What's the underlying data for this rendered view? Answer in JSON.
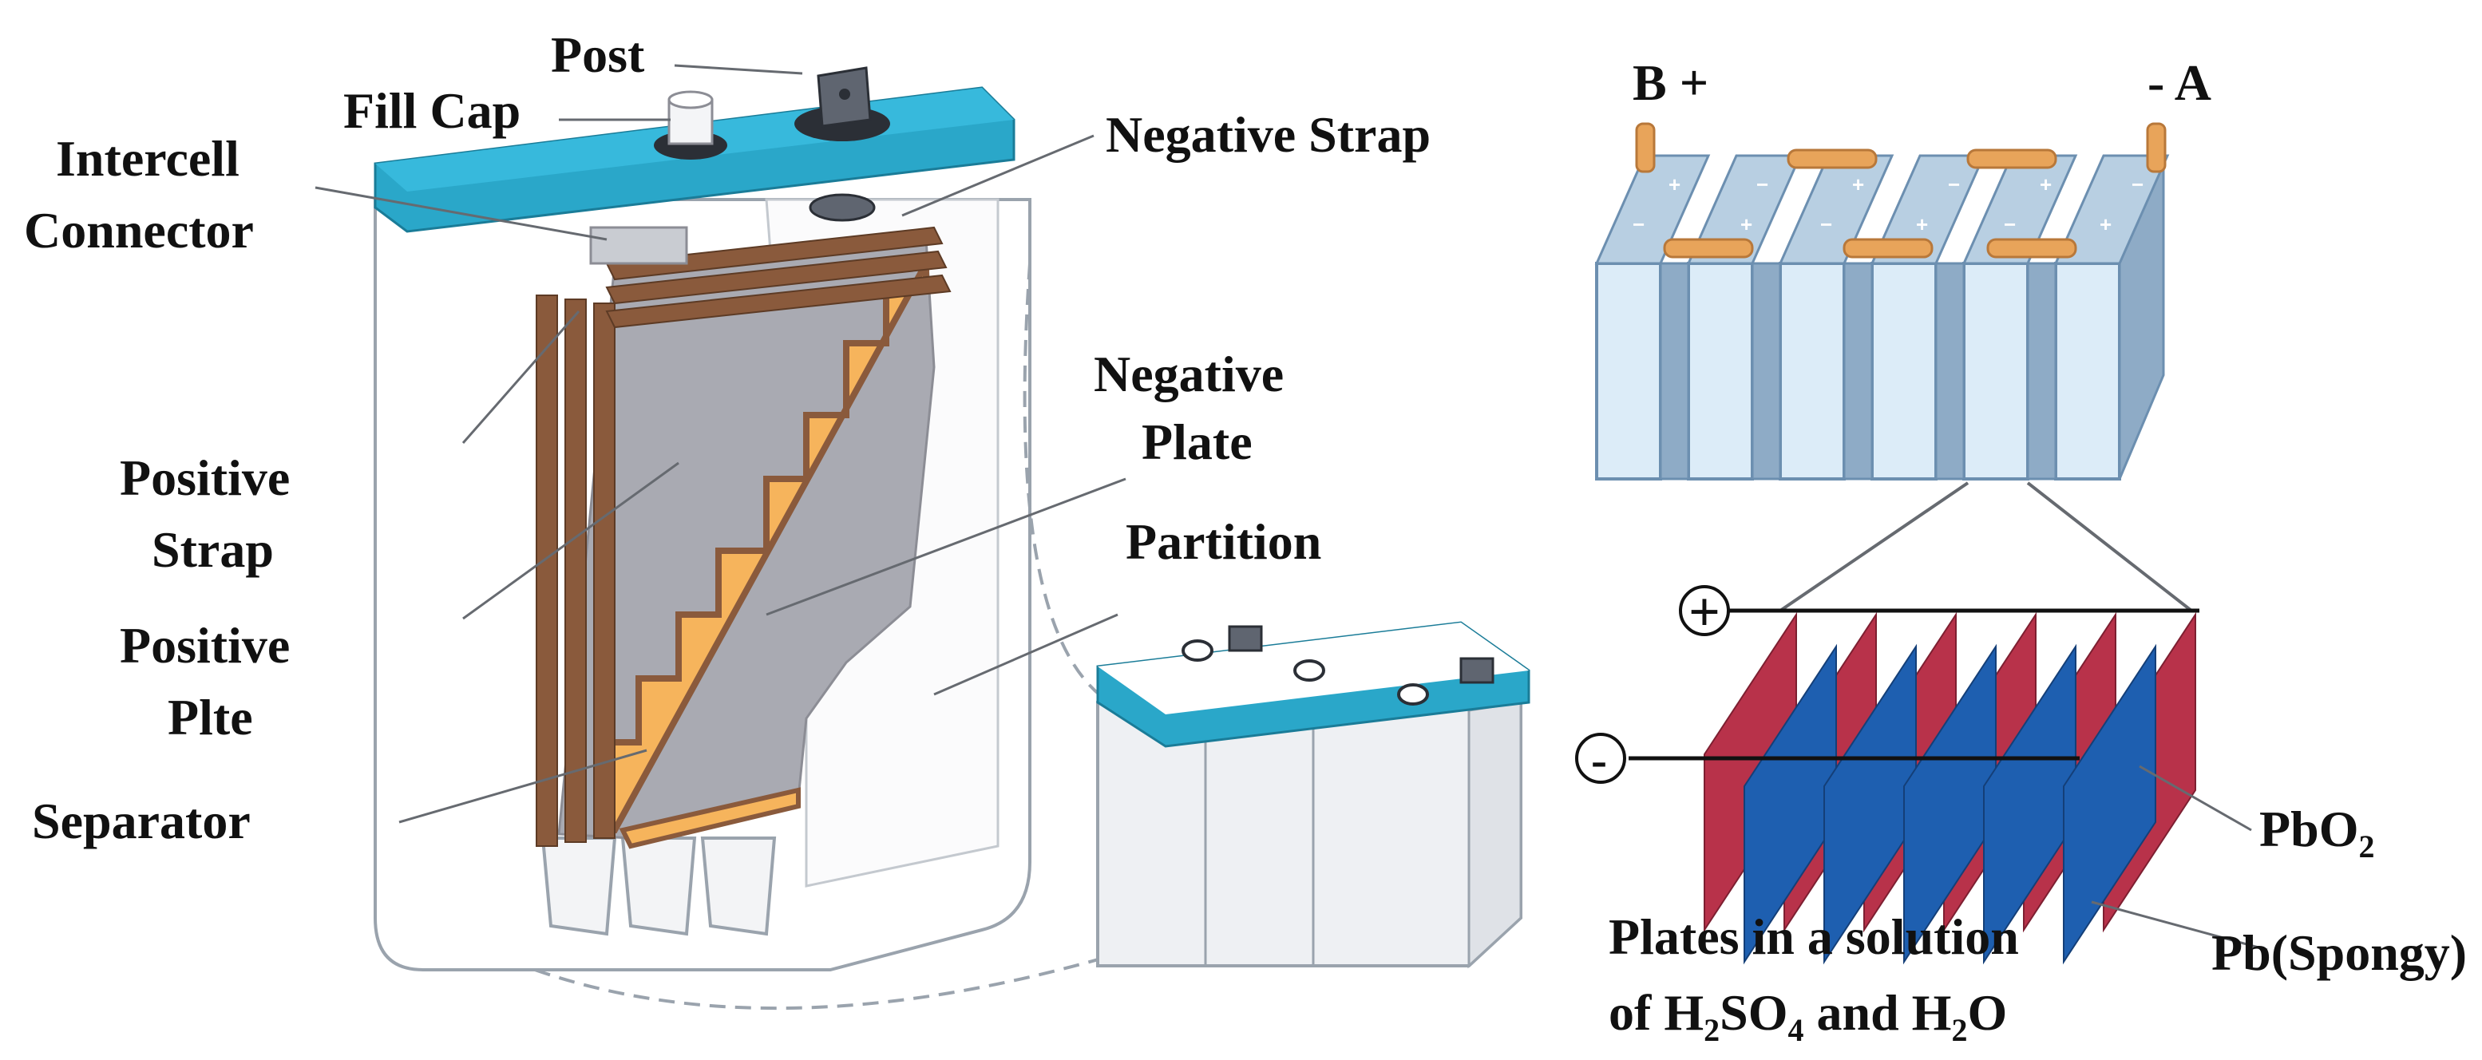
{
  "diagram": {
    "left_labels": {
      "post": "Post",
      "fill_cap": "Fill Cap",
      "intercell_line1": "Intercell",
      "intercell_line2": "Connector",
      "negative_strap": "Negative Strap",
      "negative_plate_line1": "Negative",
      "negative_plate_line2": "Plate",
      "partition": "Partition",
      "positive_strap_line1": "Positive",
      "positive_strap_line2": "Strap",
      "positive_plate_line1": "Positive",
      "positive_plate_line2": "Plte",
      "separator": "Separator"
    },
    "right_labels": {
      "terminal_b": "B +",
      "terminal_a": "- A",
      "plus_sign": "+",
      "minus_sign": "-",
      "pbo2_main": "PbO",
      "pbo2_sub": "2",
      "pb_spongy": "Pb(Spongy)",
      "solution_line1": "Plates in a solution",
      "solution_line2_a": "of H",
      "solution_line2_sub1": "2",
      "solution_line2_b": "SO",
      "solution_line2_sub2": "4",
      "solution_line2_c": " and H",
      "solution_line2_sub3": "2",
      "solution_line2_d": "O"
    },
    "colors": {
      "lid_blue": "#2aa7c9",
      "positive_plate_red": "#b8324a",
      "negative_plate_blue": "#1e5fb0",
      "separator_orange": "#f6b45c",
      "strap_brown": "#8a5a3c",
      "plate_gray": "#a9aab2",
      "cell_light_blue": "#dcecf8",
      "connector_orange": "#e8a45a"
    }
  }
}
